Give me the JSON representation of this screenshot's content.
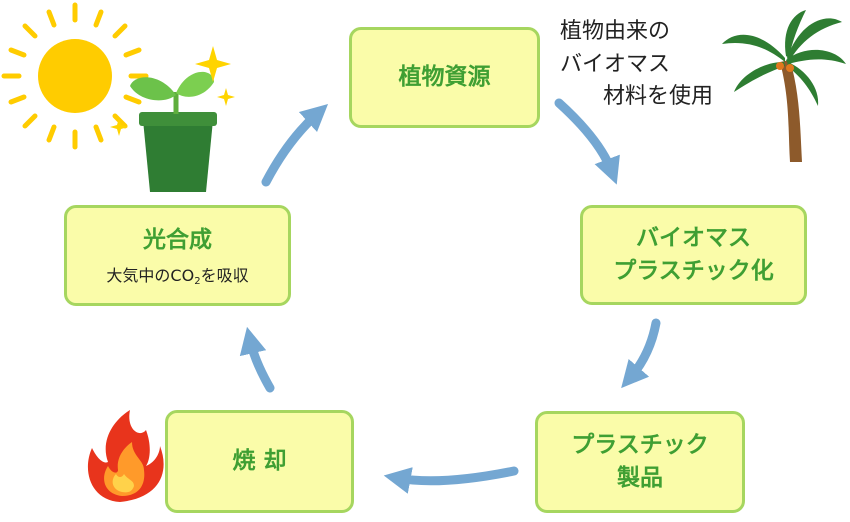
{
  "diagram": {
    "boxes": {
      "plant_resources": "植物資源",
      "bioplastic_line1": "バイオマス",
      "bioplastic_line2": "プラスチック化",
      "product_line1": "プラスチック",
      "product_line2": "製品",
      "incineration": "焼 却",
      "photosynthesis": "光合成",
      "photosynthesis_sub_before": "大気中のCO",
      "photosynthesis_sub_subscript": "2",
      "photosynthesis_sub_after": "を吸収"
    },
    "note": {
      "line1": "植物由来の",
      "line2": "バイオマス",
      "line3": "材料を使用"
    },
    "colors": {
      "box_fill": "#fafca9",
      "box_border": "#a6d65f",
      "box_text": "#3f9f33",
      "arrow": "#74a7d2",
      "sun": "#ffcc00",
      "leaf": "#6cc24a",
      "pot": "#2f7d33",
      "palm_leaf": "#2e7d32",
      "palm_trunk": "#8d5a2b",
      "flame_outer": "#e8341c",
      "flame_inner": "#ffd24a"
    },
    "icons": [
      "sun-icon",
      "sprout-pot-icon",
      "sparkle-icon",
      "palm-tree-icon",
      "fire-icon"
    ]
  }
}
